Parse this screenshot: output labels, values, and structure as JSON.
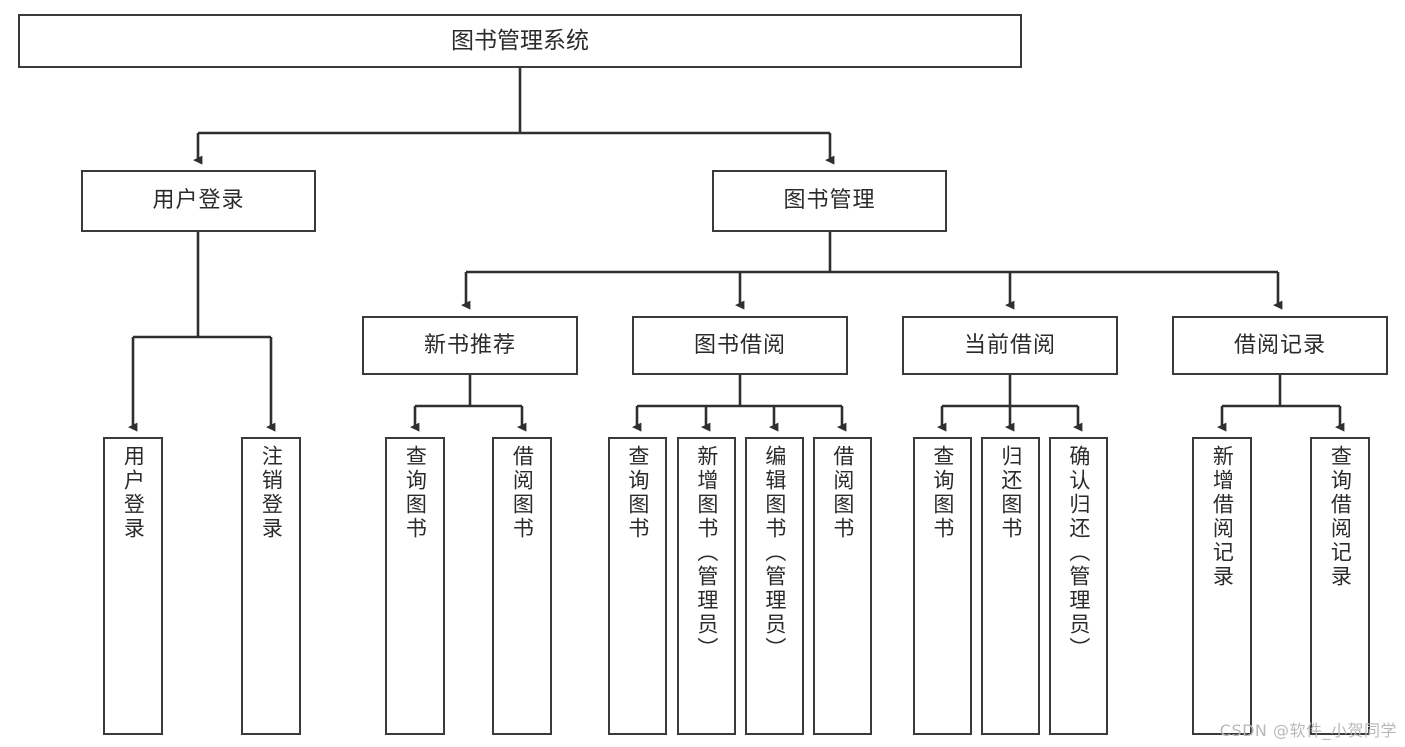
{
  "diagram": {
    "title": "图书管理系统",
    "type": "功能结构图",
    "watermark": "CSDN @软件_小贺同学",
    "colors": {
      "box_border": "#3a3a3a",
      "box_fill": "#ffffff",
      "connector": "#2f2f2f",
      "text": "#2b2b2b",
      "watermark": "#b9b9b9"
    }
  },
  "nodes": {
    "root": {
      "label": "图书管理系统"
    },
    "level2": [
      {
        "id": "user-login",
        "label": "用户登录"
      },
      {
        "id": "book-manage",
        "label": "图书管理"
      }
    ],
    "level3": [
      {
        "id": "new-book-recommend",
        "label": "新书推荐"
      },
      {
        "id": "book-borrow",
        "label": "图书借阅"
      },
      {
        "id": "current-borrow",
        "label": "当前借阅"
      },
      {
        "id": "borrow-record",
        "label": "借阅记录"
      }
    ],
    "leaves": {
      "user_login": [
        {
          "id": "leaf-user-login",
          "label": "用户登录"
        },
        {
          "id": "leaf-logout-login",
          "label": "注销登录"
        }
      ],
      "new_book_recommend": [
        {
          "id": "leaf-query-book-1",
          "label": "查询图书"
        },
        {
          "id": "leaf-borrow-book-1",
          "label": "借阅图书"
        }
      ],
      "book_borrow": [
        {
          "id": "leaf-query-book-2",
          "label": "查询图书"
        },
        {
          "id": "leaf-add-book",
          "label": "新增图书（管理员）"
        },
        {
          "id": "leaf-edit-book",
          "label": "编辑图书（管理员）"
        },
        {
          "id": "leaf-borrow-book-2",
          "label": "借阅图书"
        }
      ],
      "current_borrow": [
        {
          "id": "leaf-query-book-3",
          "label": "查询图书"
        },
        {
          "id": "leaf-return-book",
          "label": "归还图书"
        },
        {
          "id": "leaf-confirm-return",
          "label": "确认归还（管理员）"
        }
      ],
      "borrow_record": [
        {
          "id": "leaf-add-record",
          "label": "新增借阅记录"
        },
        {
          "id": "leaf-query-record",
          "label": "查询借阅记录"
        }
      ]
    }
  }
}
